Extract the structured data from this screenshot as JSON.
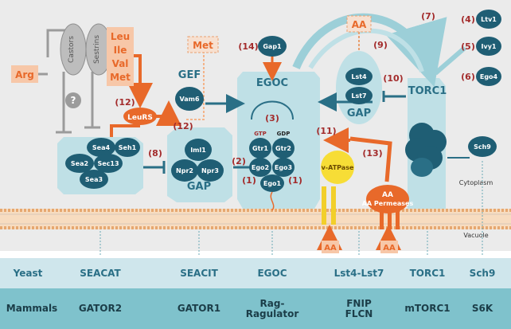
{
  "regulators": {
    "castors": "Castors",
    "sestrins": "Sestrins",
    "question": "?",
    "arg": "Arg",
    "leu": "Leu",
    "ile": "Ile",
    "val": "Val",
    "met_aa": "Met",
    "met_box": "Met",
    "aa_top": "AA",
    "leurs": "LeuRS"
  },
  "steps": {
    "s1a": "(1)",
    "s1b": "(1)",
    "s2": "(2)",
    "s3": "(3)",
    "s4": "(4)",
    "s5": "(5)",
    "s6": "(6)",
    "s7": "(7)",
    "s8": "(8)",
    "s9": "(9)",
    "s10": "(10)",
    "s11": "(11)",
    "s12a": "(12)",
    "s12b": "(12)",
    "s13": "(13)",
    "s14": "(14)"
  },
  "proteins": {
    "sea4": "Sea4",
    "seh1": "Seh1",
    "sea2": "Sea2",
    "sec13": "Sec13",
    "sea3": "Sea3",
    "iml1": "Iml1",
    "npr2": "Npr2",
    "npr3": "Npr3",
    "gtr1": "Gtr1",
    "gtr2": "Gtr2",
    "ego2": "Ego2",
    "ego3": "Ego3",
    "ego1": "Ego1",
    "vam6": "Vam6",
    "gap1": "Gap1",
    "lst4": "Lst4",
    "lst7": "Lst7",
    "sch9": "Sch9",
    "ltv1": "Ltv1",
    "ivy1": "Ivy1",
    "ego4": "Ego4"
  },
  "complex_labels": {
    "gef": "GEF",
    "gap_seacit": "GAP",
    "egoc": "EGOC",
    "gap_lst": "GAP",
    "torc1": "TORC1",
    "gtp": "GTP",
    "gdp": "GDP",
    "vatpase": "v-ATPase",
    "aa_permeases": "AA Permeases",
    "aa_bottom1": "AA",
    "aa_bottom2": "AA"
  },
  "compartments": {
    "cytoplasm": "Cytoplasm",
    "vacuole": "Vacuole"
  },
  "table": {
    "yeast": [
      "Yeast",
      "SEACAT",
      "SEACIT",
      "EGOC",
      "Lst4-Lst7",
      "TORC1",
      "Sch9"
    ],
    "mammals": [
      "Mammals",
      "GATOR2",
      "GATOR1",
      "Rag-\nRagulator",
      "FNIP\nFLCN",
      "mTORC1",
      "S6K"
    ]
  },
  "colors": {
    "teal": "#1f5e74",
    "teal_light": "#bfe0e6",
    "orange": "#e8692a",
    "step_red": "#a32b2b",
    "membrane": "#f3c79a",
    "bg": "#ebebeb",
    "table_top": "#cfe6ec",
    "table_bottom": "#7fc2cc"
  }
}
